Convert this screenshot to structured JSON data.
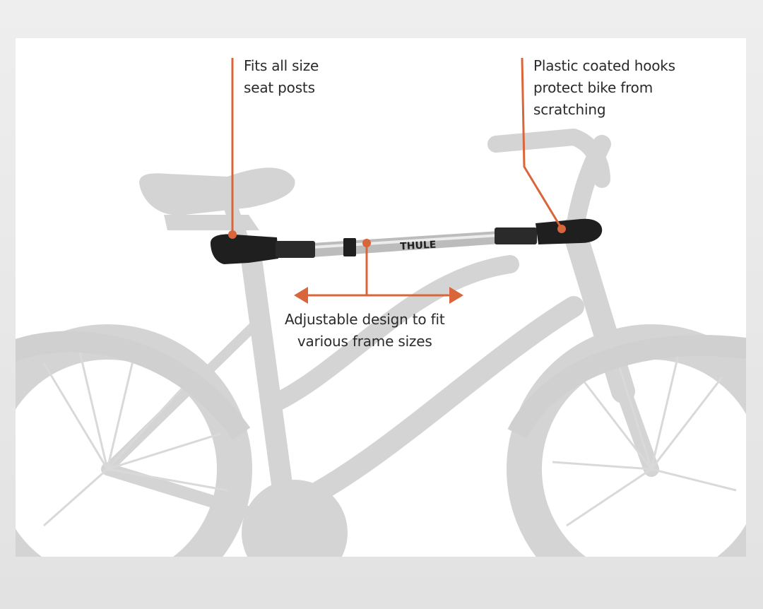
{
  "brand": {
    "logo_text": "THULE"
  },
  "colors": {
    "accent": "#d9653b",
    "bike_silhouette": "#d4d4d4",
    "hardware": "#1f1f1f",
    "tube": "#b9b9b9"
  },
  "callouts": {
    "seat_post": {
      "line1": "Fits all size",
      "line2": "seat posts"
    },
    "hooks": {
      "line1": "Plastic coated hooks",
      "line2": "protect bike from",
      "line3": "scratching"
    },
    "adjustable": {
      "line1": "Adjustable design to fit",
      "line2": "various frame sizes"
    }
  }
}
